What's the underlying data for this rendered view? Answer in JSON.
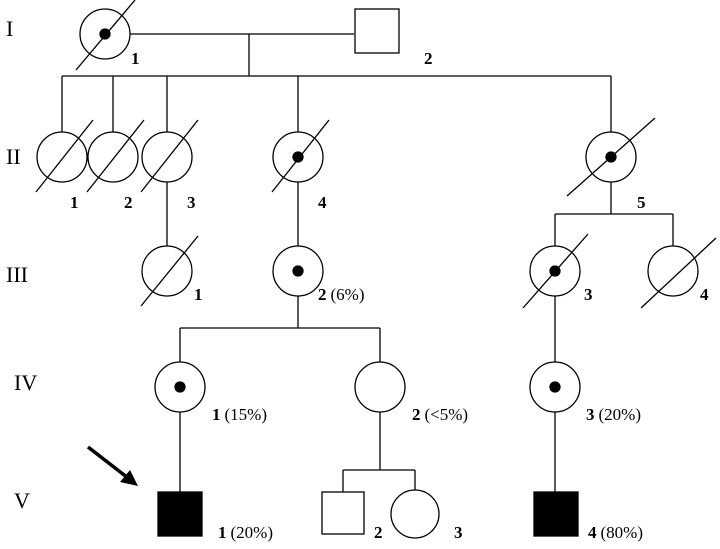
{
  "generations": [
    "I",
    "II",
    "III",
    "IV",
    "V"
  ],
  "individuals": {
    "I1": {
      "label": "1"
    },
    "I2": {
      "label": "2"
    },
    "II1": {
      "label": "1"
    },
    "II2": {
      "label": "2"
    },
    "II3": {
      "label": "3"
    },
    "II4": {
      "label": "4"
    },
    "II5": {
      "label": "5"
    },
    "III1": {
      "label": "1"
    },
    "III2": {
      "label": "2",
      "value": "(6%)"
    },
    "III3": {
      "label": "3"
    },
    "III4": {
      "label": "4"
    },
    "IV1": {
      "label": "1",
      "value": "(15%)"
    },
    "IV2": {
      "label": "2",
      "value": "(<5%)"
    },
    "IV3": {
      "label": "3",
      "value": "(20%)"
    },
    "V1": {
      "label": "1",
      "value": "(20%)"
    },
    "V2": {
      "label": "2"
    },
    "V3": {
      "label": "3"
    },
    "V4": {
      "label": "4",
      "value": "(80%)"
    }
  },
  "symbols": {
    "I1": {
      "sex": "female",
      "carrier": true,
      "deceased": true
    },
    "I2": {
      "sex": "male"
    },
    "II1": {
      "sex": "female",
      "deceased": true
    },
    "II2": {
      "sex": "female",
      "deceased": true
    },
    "II3": {
      "sex": "female",
      "deceased": true
    },
    "II4": {
      "sex": "female",
      "carrier": true,
      "deceased": true
    },
    "II5": {
      "sex": "female",
      "carrier": true,
      "deceased": true
    },
    "III1": {
      "sex": "female",
      "deceased": true
    },
    "III2": {
      "sex": "female",
      "carrier": true
    },
    "III3": {
      "sex": "female",
      "carrier": true,
      "deceased": true
    },
    "III4": {
      "sex": "female",
      "deceased": true
    },
    "IV1": {
      "sex": "female",
      "carrier": true
    },
    "IV2": {
      "sex": "female"
    },
    "IV3": {
      "sex": "female",
      "carrier": true
    },
    "V1": {
      "sex": "male",
      "affected": true,
      "proband": true
    },
    "V2": {
      "sex": "male"
    },
    "V3": {
      "sex": "female"
    },
    "V4": {
      "sex": "male",
      "affected": true
    }
  },
  "colors": {
    "line": "#000000",
    "affected": "#000000",
    "background": "#ffffff"
  }
}
